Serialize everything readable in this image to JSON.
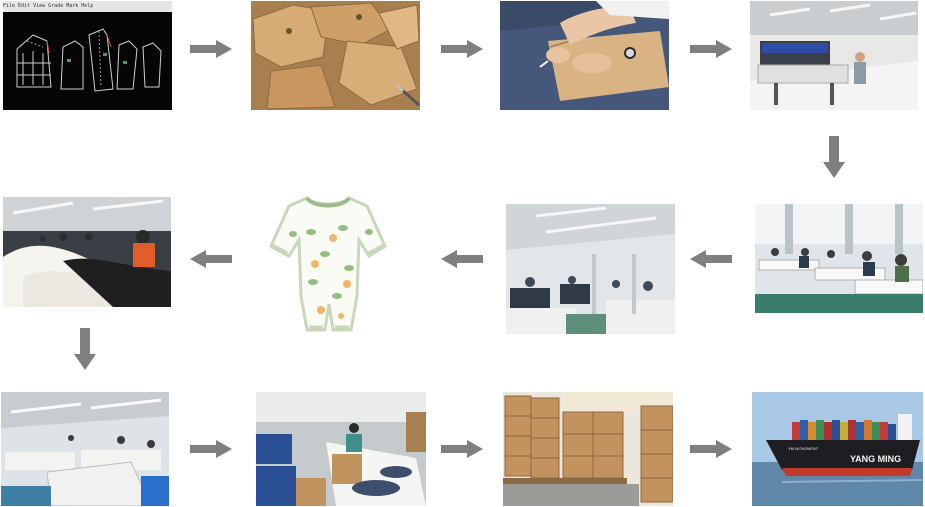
{
  "flow": {
    "steps": [
      {
        "id": "pattern-design",
        "icon": "cad-pattern-screen-photo"
      },
      {
        "id": "pattern-cutting",
        "icon": "kraft-paper-pattern-photo"
      },
      {
        "id": "fabric-marking",
        "icon": "hand-tracing-fabric-photo"
      },
      {
        "id": "fabric-spreading",
        "icon": "spreading-machine-photo"
      },
      {
        "id": "sewing",
        "icon": "sewing-line-photo"
      },
      {
        "id": "assembly",
        "icon": "assembly-floor-photo"
      },
      {
        "id": "finished-garment",
        "icon": "baby-romper-photo"
      },
      {
        "id": "inspection",
        "icon": "inspection-table-photo"
      },
      {
        "id": "packing-area",
        "icon": "packing-area-photo"
      },
      {
        "id": "folding-bagging",
        "icon": "folding-bagging-photo"
      },
      {
        "id": "cartons",
        "icon": "carton-pallets-photo"
      },
      {
        "id": "shipping",
        "icon": "container-ship-photo"
      }
    ],
    "arrow_color": "#7f7f7f",
    "software_menu": "File  Edit  View  Grade  Mark  Help",
    "ship_hull_text": "YANG MING",
    "ship_name_text": "YM MOVEMENT"
  }
}
